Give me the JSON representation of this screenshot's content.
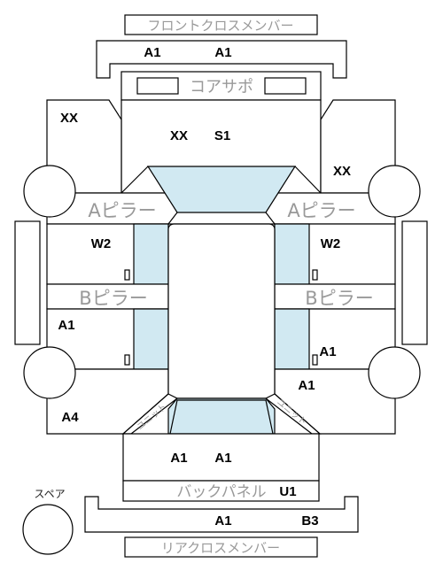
{
  "labels": {
    "front_cross_member": "フロントクロスメンバー",
    "core_support": "コアサポ",
    "a_pillar_left": "Aピラー",
    "a_pillar_right": "Aピラー",
    "b_pillar_left": "Bピラー",
    "b_pillar_right": "Bピラー",
    "back_panel": "バックパネル",
    "rear_cross_member": "リアクロスメンバー",
    "spare": "スペア",
    "unit_left": "ユニット",
    "unit_right": "ユニット"
  },
  "grades": {
    "front_cross_left": "A1",
    "front_cross_right": "A1",
    "front_left_fender": "XX",
    "front_center_left": "XX",
    "front_center_right": "S1",
    "front_right_fender": "XX",
    "left_front_door": "W2",
    "right_front_door": "W2",
    "left_rear_door": "A1",
    "right_rear_door": "A1",
    "right_rear_quarter": "A1",
    "left_rear_quarter": "A4",
    "trunk_left": "A1",
    "trunk_right": "A1",
    "back_panel": "U1",
    "rear_cross_left": "A1",
    "rear_cross_right": "B3"
  },
  "colors": {
    "glass": "#d1e9f2",
    "part_label": "#999999"
  }
}
